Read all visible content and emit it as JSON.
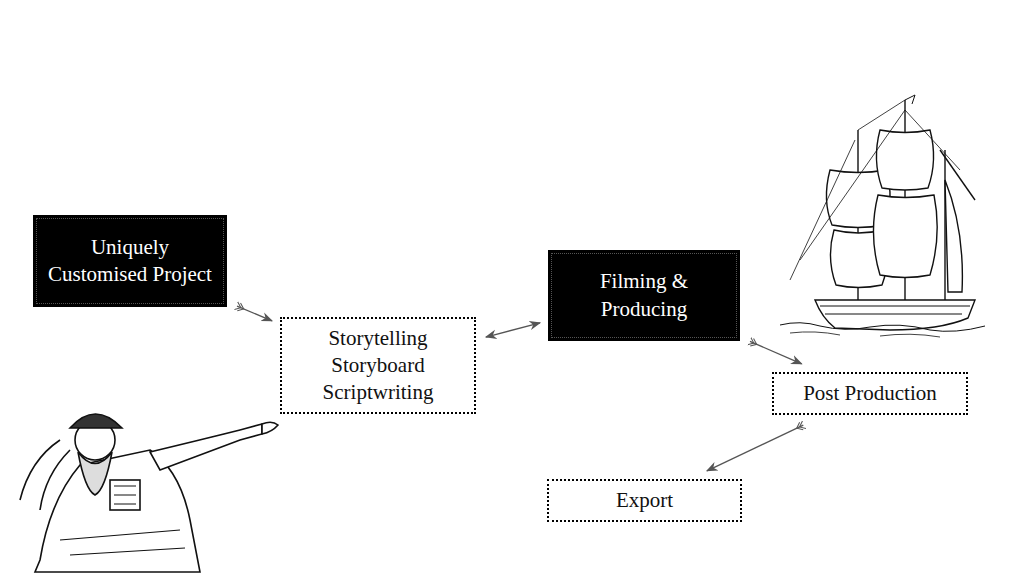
{
  "diagram": {
    "nodes": [
      {
        "text": [
          "Uniquely Customised Project"
        ]
      },
      {
        "text": [
          "Storytelling Storyboard Scriptwriting"
        ]
      },
      {
        "text": [
          "Filming & Producing"
        ]
      },
      {
        "text": [
          "Post Production"
        ]
      },
      {
        "text": [
          "Export"
        ]
      }
    ],
    "edges": [
      {
        "from": 0,
        "to": 1,
        "arrow": "to"
      },
      {
        "from": 1,
        "to": 2,
        "arrow": "both"
      },
      {
        "from": 2,
        "to": 3,
        "arrow": "to"
      },
      {
        "from": 3,
        "to": 4,
        "arrow": "to"
      }
    ]
  }
}
